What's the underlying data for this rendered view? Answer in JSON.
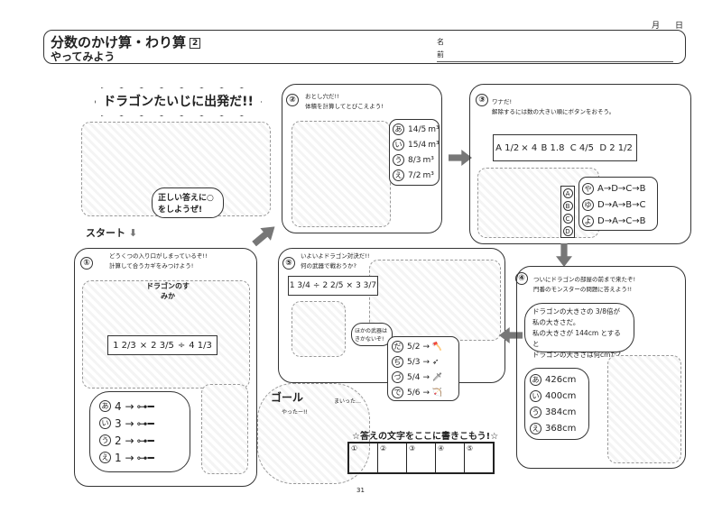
{
  "header": {
    "month": "月",
    "day": "日",
    "title": "分数のかけ算・わり算",
    "title_num": "2",
    "subtitle": "やってみよう",
    "name_label_1": "名",
    "name_label_2": "前"
  },
  "start": {
    "banner": "ドラゴンたいじに出発だ!!",
    "speech": "正しい答えに○をしようぜ!",
    "start_label": "スタート"
  },
  "panel1": {
    "num": "①",
    "line1": "どうくつの入り口がしまっているぞ!!",
    "line2": "計算して合うカギをみつけよう!",
    "sign": "ドラゴンのすみか",
    "expr": [
      "1 2/3",
      "×",
      "2 3/5",
      "÷",
      "4 1/3"
    ],
    "options": [
      {
        "mark": "あ",
        "value": "4 →",
        "icon": "key-icon"
      },
      {
        "mark": "い",
        "value": "3 →",
        "icon": "key-icon"
      },
      {
        "mark": "う",
        "value": "2 →",
        "icon": "key-icon"
      },
      {
        "mark": "え",
        "value": "1 →",
        "icon": "key-icon"
      }
    ]
  },
  "panel2": {
    "num": "②",
    "line1": "おとし穴だ!!",
    "line2": "体積を計算してとびこえよう!",
    "options": [
      {
        "mark": "あ",
        "value": "14/5",
        "unit": "m³"
      },
      {
        "mark": "い",
        "value": "15/4",
        "unit": "m³"
      },
      {
        "mark": "う",
        "value": "8/3",
        "unit": "m³"
      },
      {
        "mark": "え",
        "value": "7/2",
        "unit": "m³"
      }
    ]
  },
  "panel3": {
    "num": "③",
    "line1": "ワナだ!",
    "line2": "解除するには数の大きい順にボタンをおそう。",
    "values": [
      {
        "label": "A",
        "value": "1/2",
        "suffix": "× 4"
      },
      {
        "label": "B",
        "value": "1.8",
        "suffix": ""
      },
      {
        "label": "C",
        "value": "4/5",
        "suffix": ""
      },
      {
        "label": "D",
        "value": "2 1/2",
        "suffix": ""
      }
    ],
    "buttons": [
      "A",
      "B",
      "C",
      "D"
    ],
    "options": [
      {
        "mark": "や",
        "value": "A→D→C→B"
      },
      {
        "mark": "ゆ",
        "value": "D→A→B→C"
      },
      {
        "mark": "よ",
        "value": "D→A→C→B"
      }
    ]
  },
  "panel4": {
    "num": "④",
    "line1": "ついにドラゴンの部屋の前まで来たぞ!",
    "line2": "門番のモンスターの問題に答えよう!!",
    "q1": "ドラゴンの大きさの",
    "q_frac": "3/8",
    "q2": "倍が",
    "q3": "私の大きさだ。",
    "q4": "私の大きさが 144cm とすると",
    "q5": "ドラゴンの大きさは何cmだ?",
    "options": [
      {
        "mark": "あ",
        "value": "426cm"
      },
      {
        "mark": "い",
        "value": "400cm"
      },
      {
        "mark": "う",
        "value": "384cm"
      },
      {
        "mark": "え",
        "value": "368cm"
      }
    ]
  },
  "panel5": {
    "num": "⑤",
    "line1": "いよいよドラゴン対決だ!!",
    "line2": "何の武器で戦おうか?",
    "expr": [
      "1 3/4",
      "÷",
      "2 2/5",
      "×",
      "3 3/7"
    ],
    "speech": "ほかの武器はきかないぞ!",
    "options": [
      {
        "mark": "だ",
        "value": "5/2",
        "weapon": "axe-icon",
        "glyph": "🪓"
      },
      {
        "mark": "ぢ",
        "value": "5/3",
        "weapon": "spear-icon",
        "glyph": "➶"
      },
      {
        "mark": "づ",
        "value": "5/4",
        "weapon": "sword-icon",
        "glyph": "🗡"
      },
      {
        "mark": "で",
        "value": "5/6",
        "weapon": "bow-icon",
        "glyph": "🏹"
      }
    ]
  },
  "goal": {
    "label": "ゴール",
    "hero": "やったー!!",
    "dragon": "まいった…"
  },
  "answers": {
    "title": "☆答えの文字をここに書きこもう!☆",
    "slots": [
      "①",
      "②",
      "③",
      "④",
      "⑤"
    ]
  },
  "page_number": "31"
}
